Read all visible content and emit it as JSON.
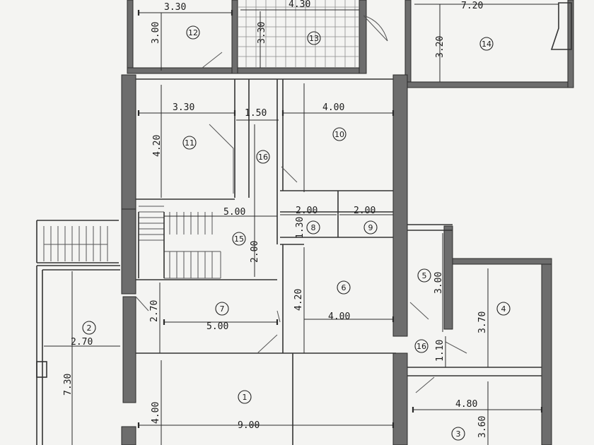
{
  "rooms": [
    {
      "id": "room-1",
      "label": "1"
    },
    {
      "id": "room-2",
      "label": "2"
    },
    {
      "id": "room-3",
      "label": "3"
    },
    {
      "id": "room-4",
      "label": "4"
    },
    {
      "id": "room-5",
      "label": "5"
    },
    {
      "id": "room-6",
      "label": "6"
    },
    {
      "id": "room-7",
      "label": "7"
    },
    {
      "id": "room-8",
      "label": "8"
    },
    {
      "id": "room-9",
      "label": "9"
    },
    {
      "id": "room-10",
      "label": "10"
    },
    {
      "id": "room-11",
      "label": "11"
    },
    {
      "id": "room-12",
      "label": "12"
    },
    {
      "id": "room-13",
      "label": "13"
    },
    {
      "id": "room-14",
      "label": "14"
    },
    {
      "id": "room-15",
      "label": "15"
    },
    {
      "id": "room-16a",
      "label": "16"
    },
    {
      "id": "room-16b",
      "label": "16"
    }
  ],
  "dimensions": {
    "room12_width": "3.30",
    "room12_height": "3.00",
    "room13_width": "4.30",
    "room13_height": "3.30",
    "room14_width": "7.20",
    "room14_height": "3.20",
    "room11_width": "3.30",
    "room11_height": "4.20",
    "corridor_width": "1.50",
    "room10_width": "4.00",
    "stair_width": "5.00",
    "stair_height": "2.00",
    "room8_width": "2.00",
    "room8_height": "1.30",
    "room9_width": "2.00",
    "room7_height": "2.70",
    "room7_width": "5.00",
    "room6_height": "4.20",
    "room6_width": "4.00",
    "room5_height": "3.00",
    "room4_height": "3.70",
    "room2_width": "2.70",
    "room2_height": "7.30",
    "room16b_height": "1.10",
    "room1_height": "4.00",
    "room1_width": "9.00",
    "room3_width": "4.80",
    "room3_height": "3.60"
  }
}
